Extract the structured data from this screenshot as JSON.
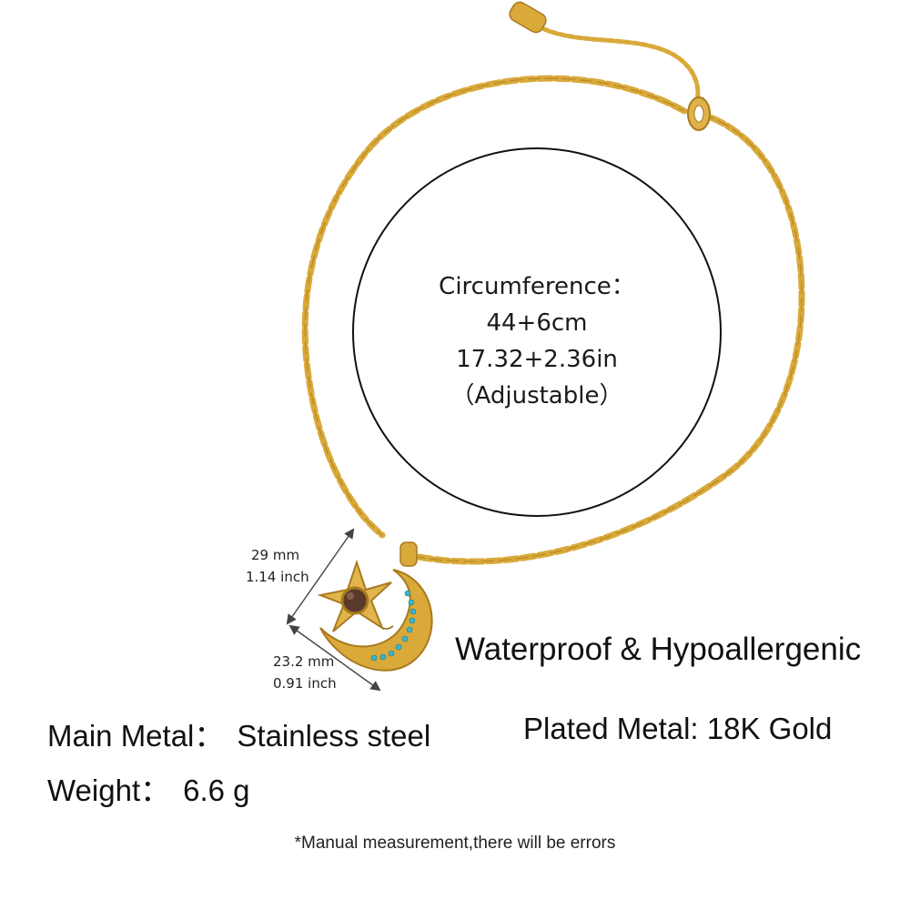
{
  "circumference": {
    "label": "Circumference：",
    "cm": "44+6cm",
    "inch": "17.32+2.36in",
    "note": "（Adjustable）"
  },
  "pendant_dimensions": {
    "height_mm": "29 mm",
    "height_in": "1.14 inch",
    "width_mm": "23.2 mm",
    "width_in": "0.91 inch"
  },
  "feature": "Waterproof & Hypoallergenic",
  "specs": {
    "main_metal_label": "Main Metal：",
    "main_metal_value": "Stainless steel",
    "plated_metal": "Plated Metal: 18K Gold",
    "weight_label": "Weight：",
    "weight_value": "6.6 g"
  },
  "disclaimer": "*Manual measurement,there will be errors",
  "colors": {
    "gold": "#d9a93a",
    "gold_dark": "#a87a1f",
    "turquoise": "#3fb3c8",
    "stone": "#5a3a2a",
    "outline": "#111111"
  }
}
